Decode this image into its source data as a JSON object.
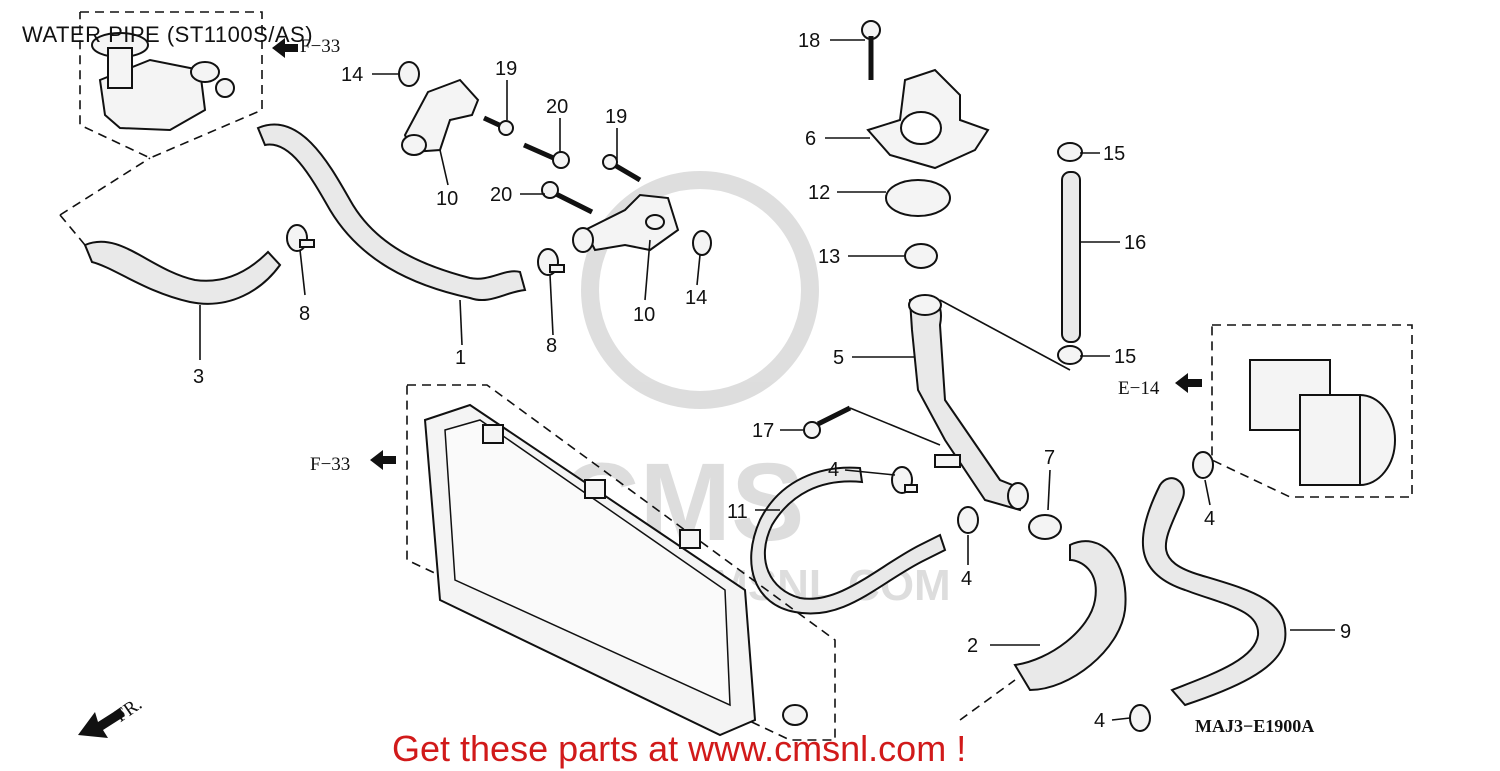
{
  "title": "WATER PIPE (ST1100S/AS)",
  "promo_text": "Get these parts at www.cmsnl.com !",
  "diagram_code": "MAJ3−E1900A",
  "watermark": "CMS WWW.CMSNL.COM",
  "refs": {
    "f33_top": "F−33",
    "f33_left": "F−33",
    "e14": "E−14",
    "front": "FR."
  },
  "callouts": {
    "c1": "1",
    "c2": "2",
    "c3": "3",
    "c4a": "4",
    "c4b": "4",
    "c4c": "4",
    "c4d": "4",
    "c5": "5",
    "c6": "6",
    "c7": "7",
    "c8a": "8",
    "c8b": "8",
    "c9": "9",
    "c10a": "10",
    "c10b": "10",
    "c11": "11",
    "c12": "12",
    "c13": "13",
    "c14a": "14",
    "c14b": "14",
    "c15a": "15",
    "c15b": "15",
    "c16": "16",
    "c17": "17",
    "c18": "18",
    "c19a": "19",
    "c19b": "19",
    "c20a": "20",
    "c20b": "20"
  }
}
